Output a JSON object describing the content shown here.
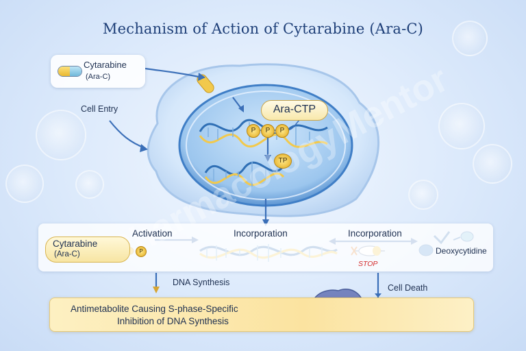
{
  "title": "Mechanism of Action of Cytarabine (Ara-C)",
  "drug_card": {
    "name": "Cytarabine",
    "abbrev": "(Ara-C)"
  },
  "cell_entry_label": "Cell Entry",
  "ara_ctp_label": "Ara-CTP",
  "phosphate_label": "P",
  "tp_label": "TP",
  "band": {
    "drug_name": "Cytarabine",
    "drug_abbrev": "(Ara-C)",
    "activation_label": "Activation",
    "incorporation_label_1": "Incorporation",
    "incorporation_label_2": "Incorporation",
    "stop_label": "STOP",
    "deoxycytidine_label": "Deoxycytidine"
  },
  "dna_synthesis_label": "DNA Synthesis",
  "cell_death_label": "Cell Death",
  "conclusion": {
    "line1": "Antimetabolite Causing S-phase-Specific",
    "line2": "Inhibition of DNA Synthesis"
  },
  "watermark": "PharmacologyMentor",
  "colors": {
    "title": "#1e3f78",
    "arrow": "#3b6fb8",
    "capsule_yellow": "#f2c94c",
    "capsule_blue": "#7fc4e3",
    "phosphate": "#f2c230",
    "dna_blue": "#2f6fb5",
    "stop_red": "#d42a2a"
  }
}
